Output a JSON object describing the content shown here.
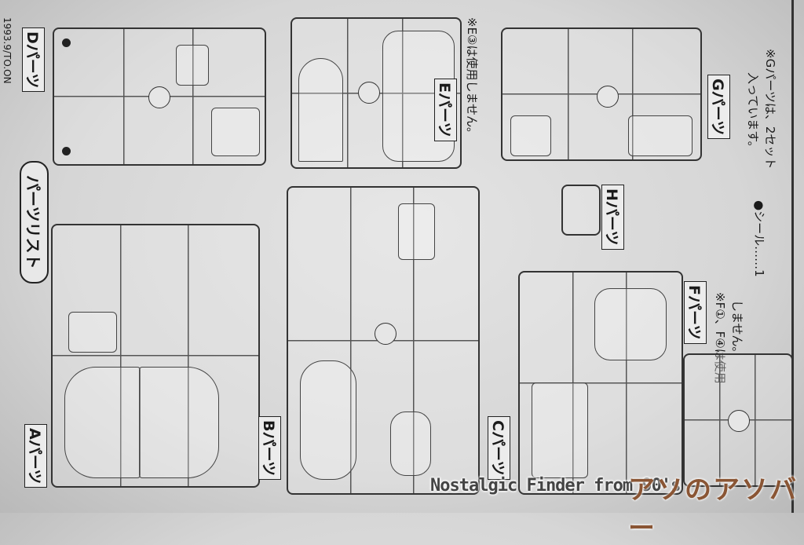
{
  "header": {
    "date_code": "1993.9/TO.ON",
    "title": "パーツリスト"
  },
  "runners": {
    "a": {
      "label": "Aパーツ"
    },
    "b": {
      "label": "Bパーツ"
    },
    "c": {
      "label": "Cパーツ"
    },
    "d": {
      "label": "Dパーツ"
    },
    "e": {
      "label": "Eパーツ",
      "note": "※E③は使用しません。"
    },
    "f": {
      "label": "Fパーツ",
      "note_line1": "※F①、F④は使用",
      "note_line2": "しません。"
    },
    "g": {
      "label": "Gパーツ",
      "note_line1": "※Gパーツは、2セット",
      "note_line2": "入っています。"
    },
    "h": {
      "label": "Hパーツ"
    }
  },
  "extras": {
    "sticker": "●シール……1"
  },
  "watermark": {
    "text": "Nostalgic Finder from 90's",
    "logo": "アソのアソバー"
  },
  "colors": {
    "paper": "#d8d8d8",
    "ink": "#1a1a1a",
    "logo": "#8a5534"
  }
}
